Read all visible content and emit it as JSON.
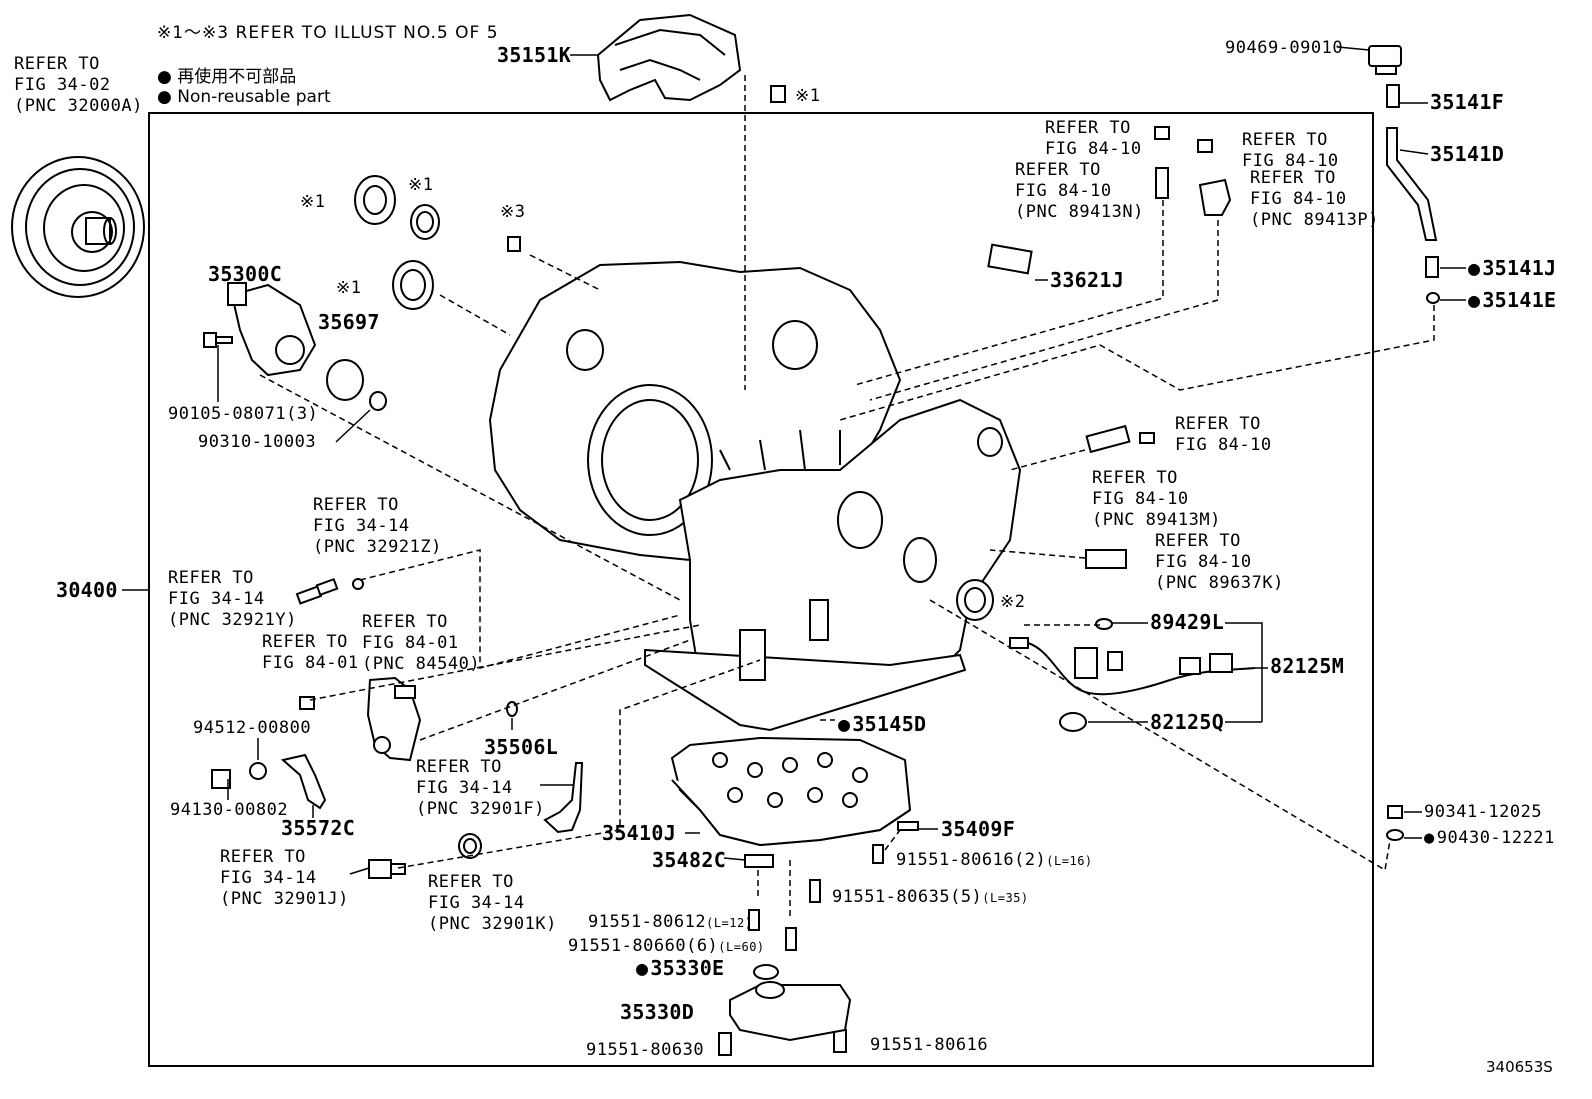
{
  "header": {
    "note_ref": "※1～※3 REFER TO ILLUST NO.5 OF 5",
    "legend_jp": "● 再使用不可部品",
    "legend_en": "● Non-reusable part"
  },
  "illustration_id": "340653S",
  "refs": {
    "r_3402": "REFER TO\nFIG 34-02\n(PNC 32000A)",
    "r_8410_a": "REFER TO\nFIG 84-10",
    "r_8410_b": "REFER TO\nFIG 84-10\n(PNC 89413N)",
    "r_8410_c": "REFER TO\nFIG 84-10",
    "r_8410_d": "REFER TO\nFIG 84-10\n(PNC 89413P)",
    "r_8410_e": "REFER TO\nFIG 84-10",
    "r_8410_f": "REFER TO\nFIG 84-10\n(PNC 89413M)",
    "r_8410_g": "REFER TO\nFIG 84-10\n(PNC 89637K)",
    "r_3414_a": "REFER TO\nFIG 34-14\n(PNC 32921Z)",
    "r_3414_b": "REFER TO\nFIG 34-14\n(PNC 32921Y)",
    "r_8401_a": "REFER TO\nFIG 84-01\n(PNC 84540)",
    "r_8401_b": "REFER TO\nFIG 84-01",
    "r_3414_c": "REFER TO\nFIG 34-14\n(PNC 32901F)",
    "r_3414_d": "REFER TO\nFIG 34-14\n(PNC 32901J)",
    "r_3414_e": "REFER TO\nFIG 34-14\n(PNC 32901K)"
  },
  "parts": {
    "p35151K": "35151K",
    "p90469": "90469-09010",
    "p35141F": "35141F",
    "p35141D": "35141D",
    "p35141J": "35141J",
    "p35141E": "35141E",
    "p33621J": "33621J",
    "p35300C": "35300C",
    "p35697": "35697",
    "p90105": "90105-08071(3)",
    "p90310": "90310-10003",
    "p30400": "30400",
    "p89429L": "89429L",
    "p82125M": "82125M",
    "p82125Q": "82125Q",
    "p35145D": "35145D",
    "p35506L": "35506L",
    "p94512": "94512-00800",
    "p94130": "94130-00802",
    "p35572C": "35572C",
    "p35410J": "35410J",
    "p35409F": "35409F",
    "p35482C": "35482C",
    "p91551_616_2": "91551-80616(2)",
    "p91551_616_2_len": "(L=16)",
    "p91551_635": "91551-80635(5)",
    "p91551_635_len": "(L=35)",
    "p91551_612": "91551-80612",
    "p91551_612_len": "(L=12)",
    "p91551_660": "91551-80660(6)",
    "p91551_660_len": "(L=60)",
    "p35330E": "35330E",
    "p35330D": "35330D",
    "p91551_630": "91551-80630",
    "p91551_616": "91551-80616",
    "p90341": "90341-12025",
    "p90430": "90430-12221"
  },
  "marks": {
    "m1a": "※1",
    "m1b": "※1",
    "m1c": "※1",
    "m1d": "※1",
    "m2": "※2",
    "m3": "※3"
  }
}
